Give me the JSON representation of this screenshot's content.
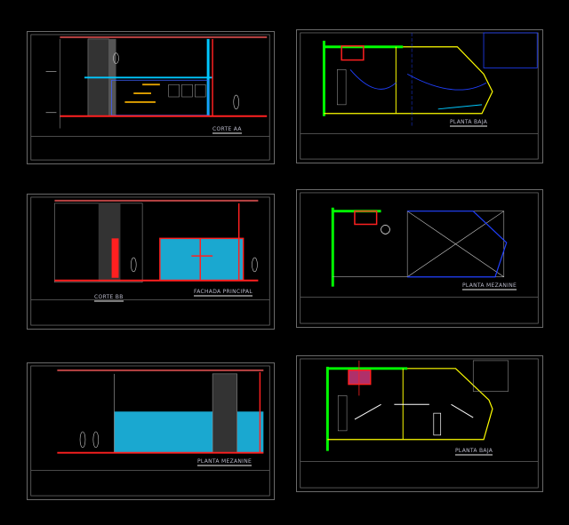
{
  "sheets": [
    {
      "title": "CORTE AA"
    },
    {
      "title": "PLANTA BAJA"
    },
    {
      "title": "CORTE BB",
      "title2": "FACHADA PRINCIPAL"
    },
    {
      "title": "PLANTA MEZANINE"
    },
    {
      "title": "PLANTA MEZANINE"
    },
    {
      "title": "PLANTA BAJA"
    }
  ],
  "colors": {
    "background": "#000000",
    "wall": "#ff2020",
    "glass": "#00c8ff",
    "plan_outline": "#ffff00",
    "axis": "#2040ff",
    "green": "#00ff00"
  }
}
